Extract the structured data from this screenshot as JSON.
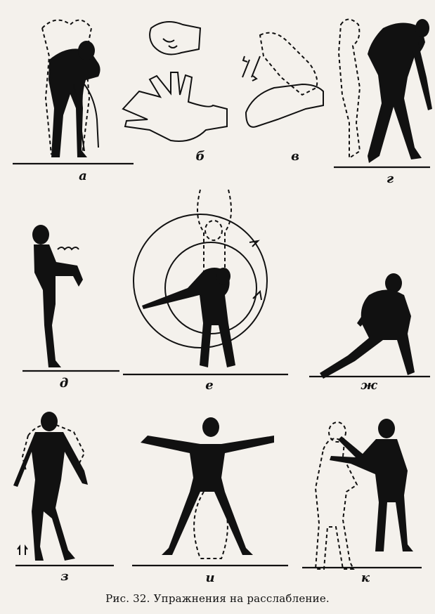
{
  "panels": [
    {
      "id": "a",
      "label": "а"
    },
    {
      "id": "b",
      "label": "б"
    },
    {
      "id": "v",
      "label": "в"
    },
    {
      "id": "g",
      "label": "г"
    },
    {
      "id": "d",
      "label": "д"
    },
    {
      "id": "e",
      "label": "е"
    },
    {
      "id": "zh",
      "label": "ж"
    },
    {
      "id": "z",
      "label": "з"
    },
    {
      "id": "i",
      "label": "и"
    },
    {
      "id": "k",
      "label": "к"
    }
  ],
  "caption": "Рис. 32. Упражнения на расслабление.",
  "colors": {
    "ink": "#111111",
    "paper": "#f4f1ec"
  }
}
